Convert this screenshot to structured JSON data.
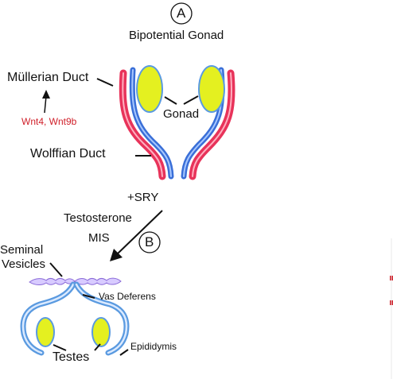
{
  "stage_a": {
    "marker": "A",
    "title": "Bipotential Gonad",
    "mullerian_label": "Müllerian Duct",
    "genes_label": "Wnt4, Wnt9b",
    "gonad_label": "Gonad",
    "wolffian_label": "Wolffian Duct"
  },
  "transition": {
    "factors": [
      "+SRY",
      "Testosterone",
      "MIS"
    ]
  },
  "stage_b": {
    "marker": "B",
    "seminal_label_line1": "Seminal",
    "seminal_label_line2": "Vesicles",
    "vas_label": "Vas Deferens",
    "epididymis_label": "Epididymis",
    "testes_label": "Testes"
  },
  "colors": {
    "mullerian_red": "#e8335a",
    "wolffian_blue": "#3a6fd8",
    "gonad_yellow": "#e4f020",
    "gene_text_red": "#d0202a",
    "testis_outline": "#6aa8e8",
    "vesicle_purple": "#8a6ad8"
  }
}
